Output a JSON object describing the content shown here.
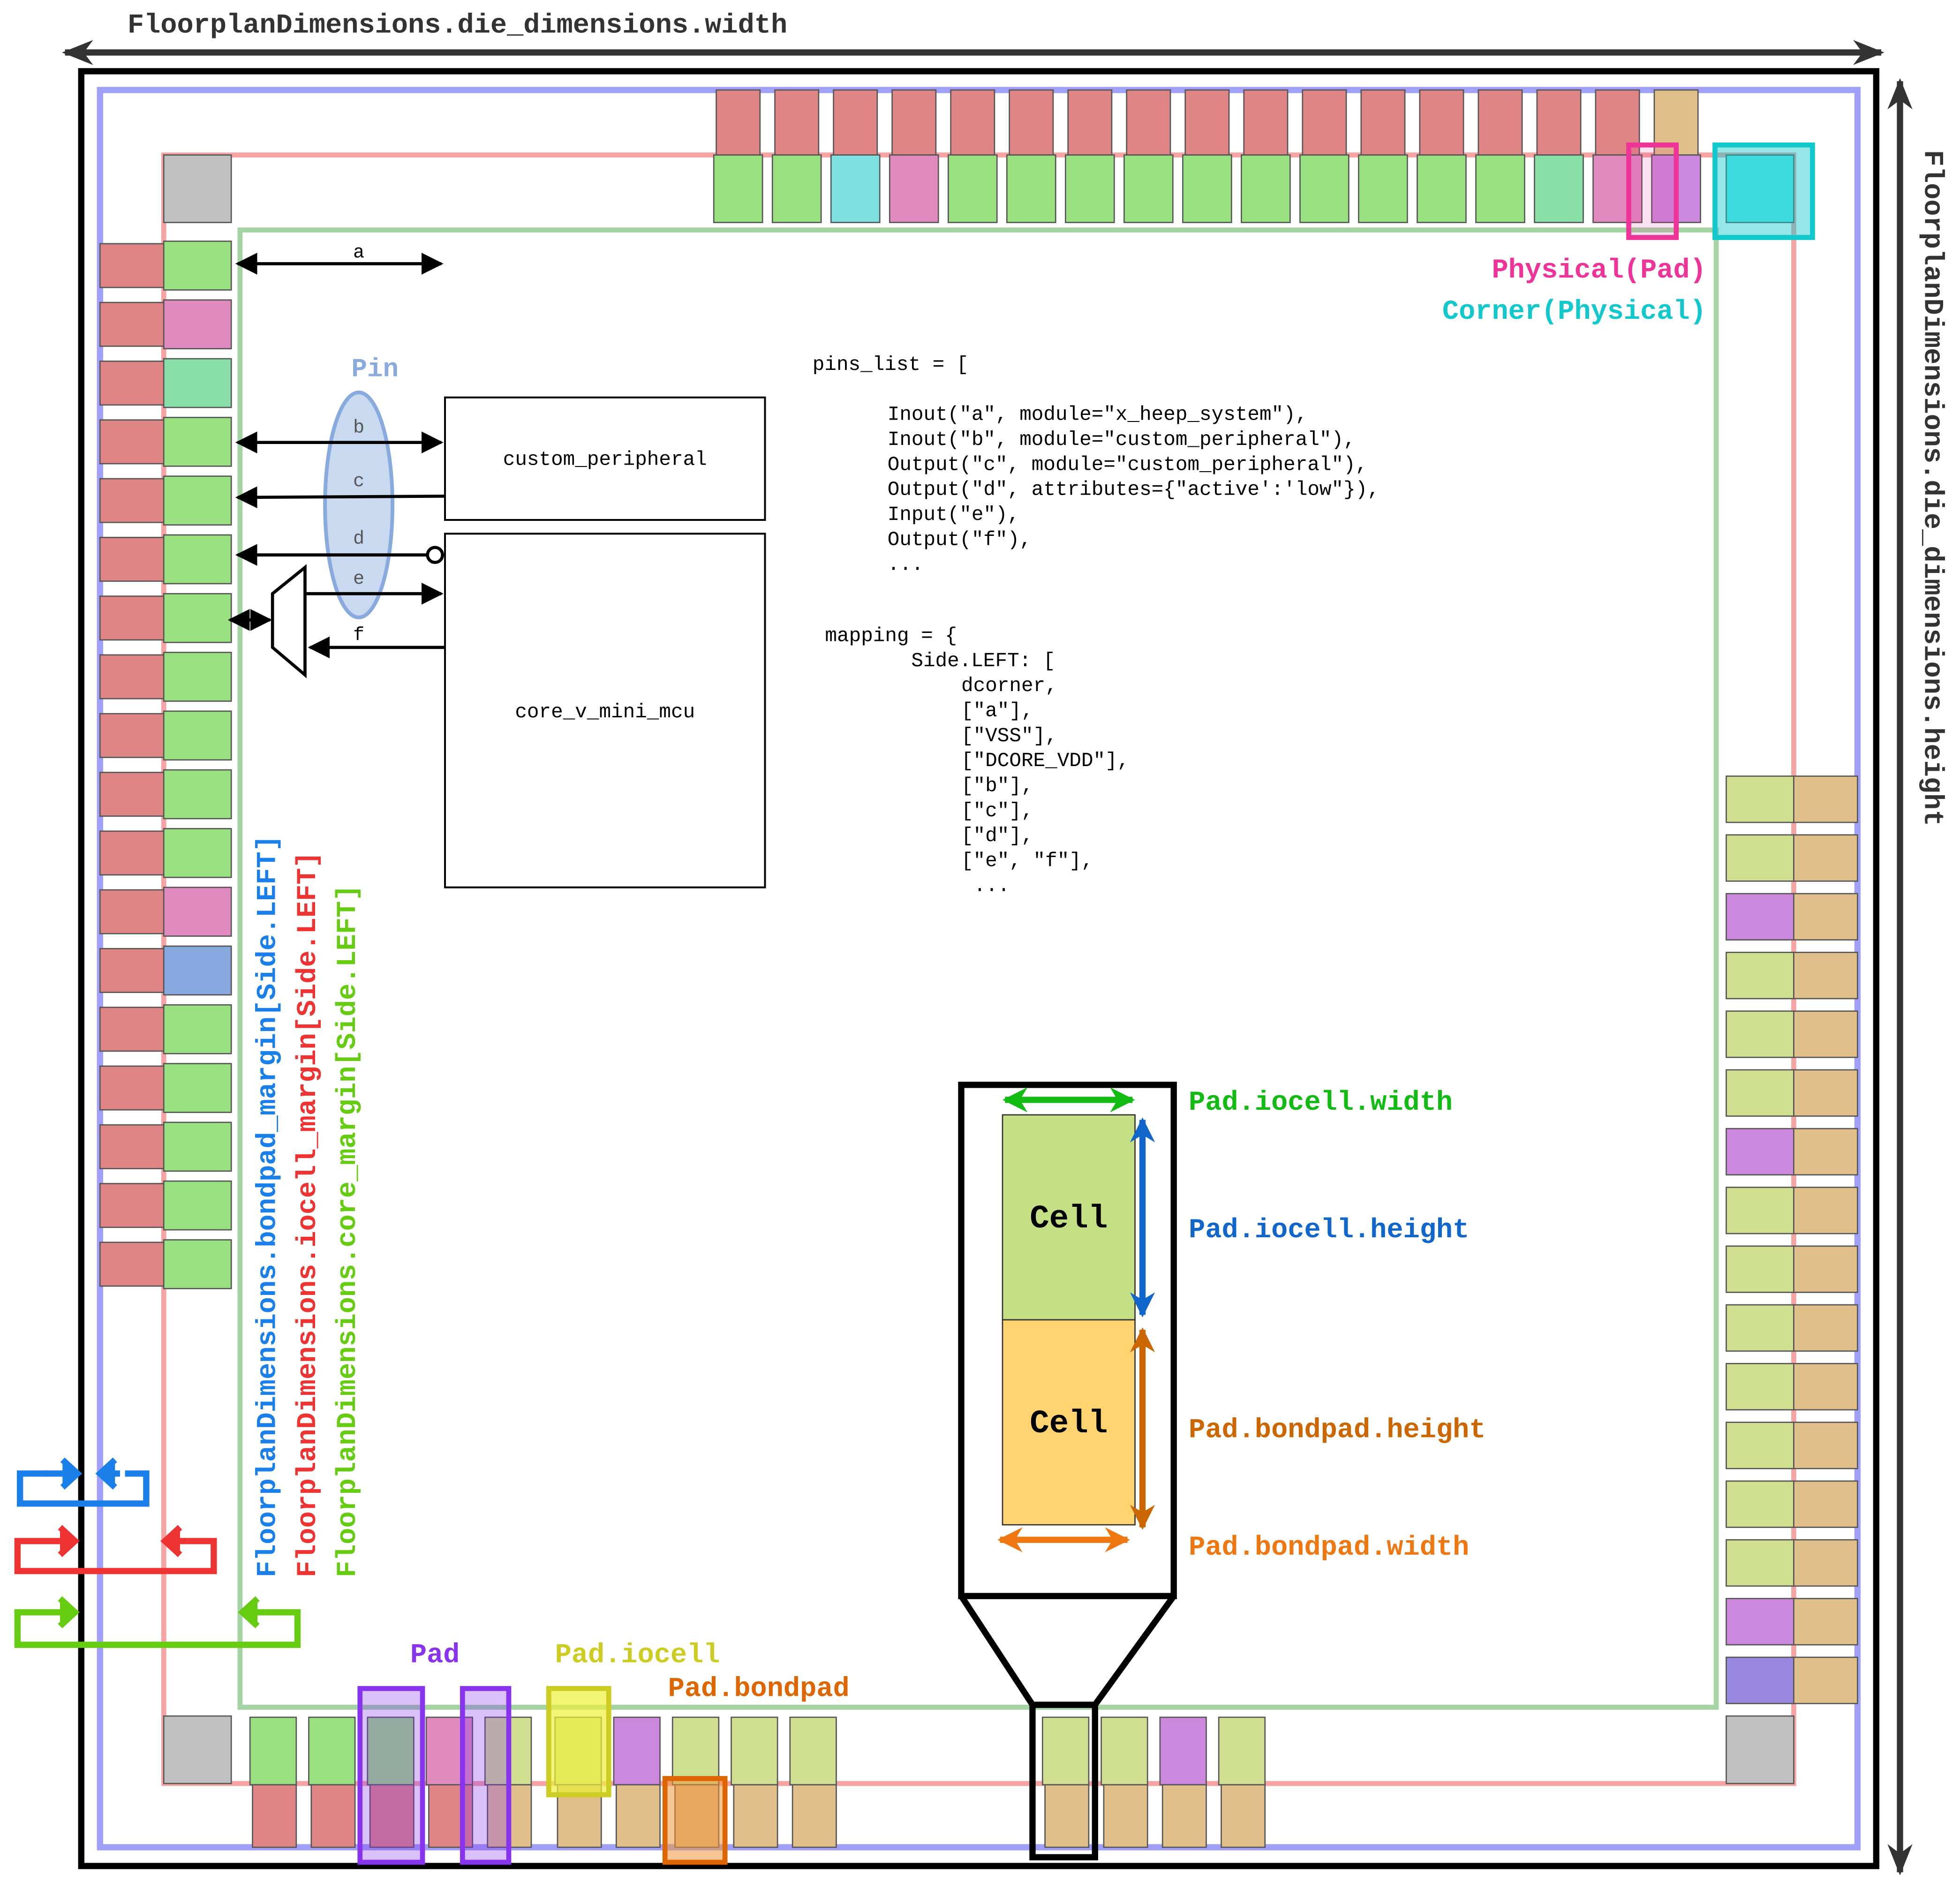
{
  "labels": {
    "die_width": "FloorplanDimensions.die_dimensions.width",
    "die_height": "FloorplanDimensions.die_dimensions.height",
    "physical_pad": "Physical(Pad)",
    "corner_physical": "Corner(Physical)",
    "pin": "Pin",
    "pin_a": "a",
    "pin_b": "b",
    "pin_c": "c",
    "pin_d": "d",
    "pin_e": "e",
    "pin_f": "f",
    "custom_peripheral": "custom_peripheral",
    "core_v_mini_mcu": "core_v_mini_mcu",
    "bondpad_margin": "FloorplanDimensions.bondpad_margin[Side.LEFT]",
    "iocell_margin": "FloorplanDimensions.iocell_margin[Side.LEFT]",
    "core_margin": "FloorplanDimensions.core_margin[Side.LEFT]",
    "pad": "Pad",
    "pad_iocell": "Pad.iocell",
    "pad_bondpad": "Pad.bondpad",
    "cell_top": "Cell",
    "cell_bottom": "Cell",
    "iocell_width": "Pad.iocell.width",
    "iocell_height": "Pad.iocell.height",
    "bondpad_height": "Pad.bondpad.height",
    "bondpad_width": "Pad.bondpad.width"
  },
  "code": {
    "pins_list": [
      "pins_list = [",
      "",
      "Inout(\"a\", module=\"x_heep_system\"),",
      "Inout(\"b\", module=\"custom_peripheral\"),",
      "Output(\"c\", module=\"custom_peripheral\"),",
      "Output(\"d\", attributes={\"active':'low\"}),",
      "Input(\"e\"),",
      "Output(\"f\"),",
      "..."
    ],
    "mapping": [
      "mapping = {",
      "Side.LEFT: [",
      "dcorner,",
      "[\"a\"],",
      "[\"VSS\"],",
      "[\"DCORE_VDD\"],",
      "[\"b\"],",
      "[\"c\"],",
      "[\"d\"],",
      "[\"e\", \"f\"],",
      "..."
    ]
  },
  "colors": {
    "die": "#000000",
    "bondpad_ring": "#a0a0f8",
    "iocell_ring": "#f5a3a3",
    "core_ring": "#a4d4a4",
    "bondpad_red": "#e08585",
    "bondpad_tan": "#e0bf8a",
    "io_green": "#98e080",
    "io_pink": "#e08ac0",
    "io_teal": "#88e0a8",
    "io_cyan": "#80e0e0",
    "io_purple": "#cc88dd",
    "io_blue": "#88a8e0",
    "io_violet": "#9988e0",
    "io_lime": "#d0e090",
    "corner_gray": "#c0c0c0",
    "blue": "#1a7fe8",
    "red": "#ee3333",
    "green": "#66cc11",
    "pink": "#ee3399",
    "cyan": "#11c8cc",
    "pin_blue": "#88aadd",
    "purple": "#8833ee",
    "yellow": "#cccc22",
    "orange": "#dd6600",
    "dim_green": "#11bb11",
    "dim_blue": "#1166cc",
    "dim_orange": "#cc6600",
    "dim_orange2": "#ee7711",
    "cell_green": "#c4df84",
    "cell_yellow": "#ffd470"
  }
}
